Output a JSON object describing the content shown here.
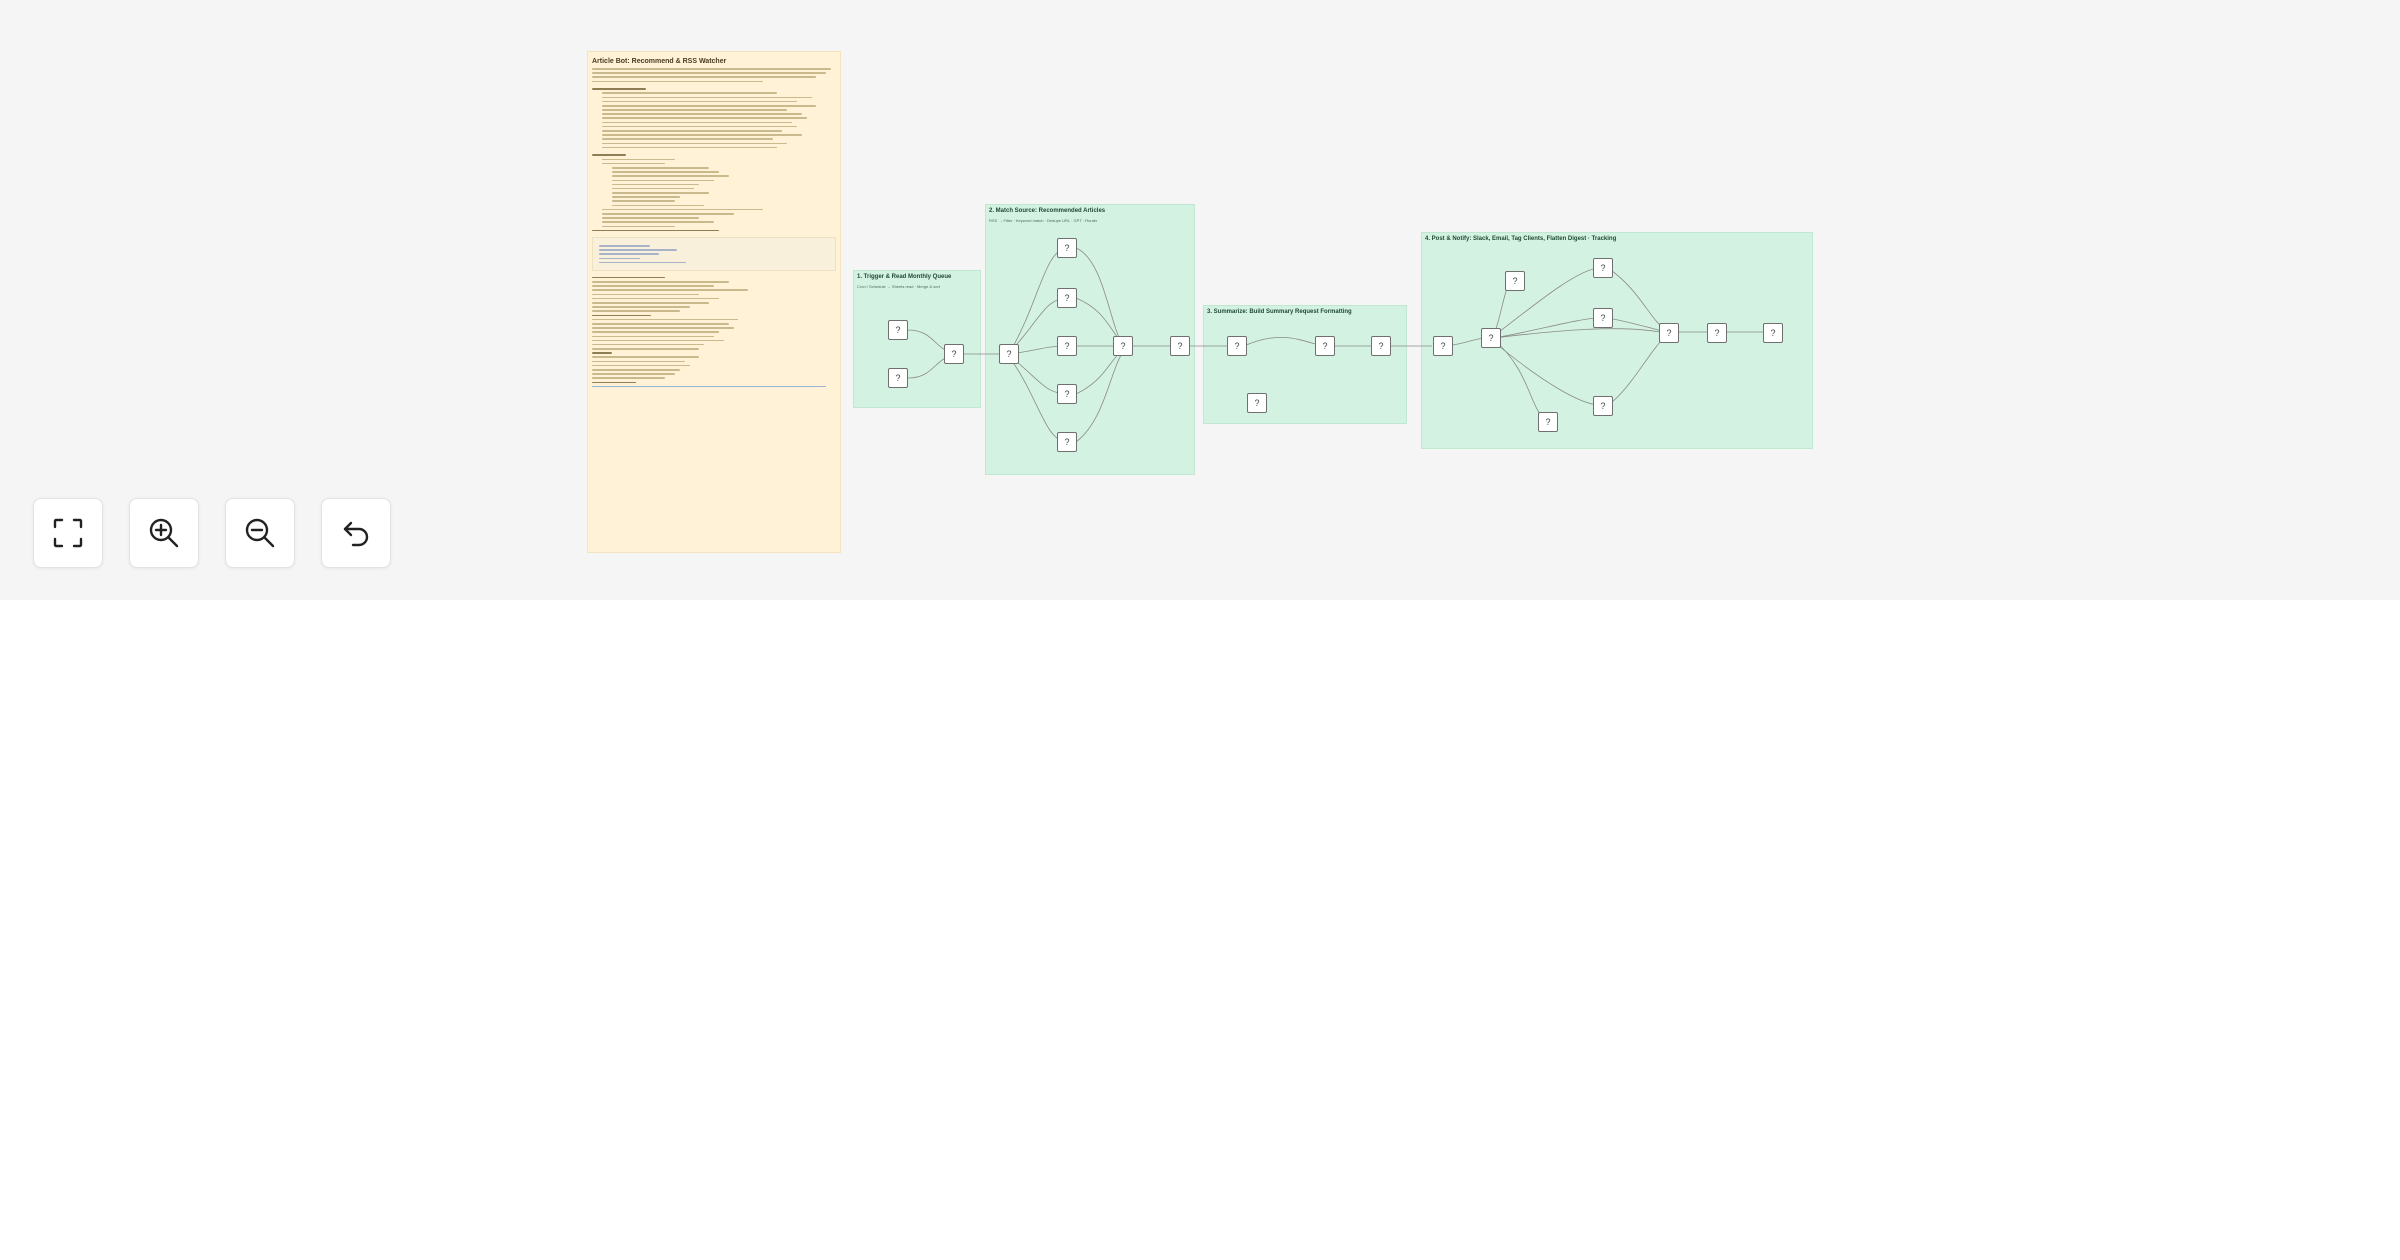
{
  "sticky": {
    "title": "Article Bot: Recommend & RSS Watcher"
  },
  "groups": [
    {
      "id": "g1",
      "title": "1. Trigger & Read Monthly Queue",
      "subtitle": "Cron / Schedule → Sheets read · Merge & sort"
    },
    {
      "id": "g2",
      "title": "2. Match Source: Recommended Articles",
      "subtitle": "RSS → Filter · Keyword match · Dedupe URL · GPT · Router"
    },
    {
      "id": "g3",
      "title": "3. Summarize: Build Summary Request Formatting",
      "subtitle": ""
    },
    {
      "id": "g4",
      "title": "4. Post & Notify: Slack, Email, Tag Clients, Flatten Digest · Tracking",
      "subtitle": ""
    }
  ],
  "node_glyph": "?",
  "controls": {
    "fit": "fit-view",
    "zoom_in": "zoom-in",
    "zoom_out": "zoom-out",
    "undo": "undo"
  }
}
